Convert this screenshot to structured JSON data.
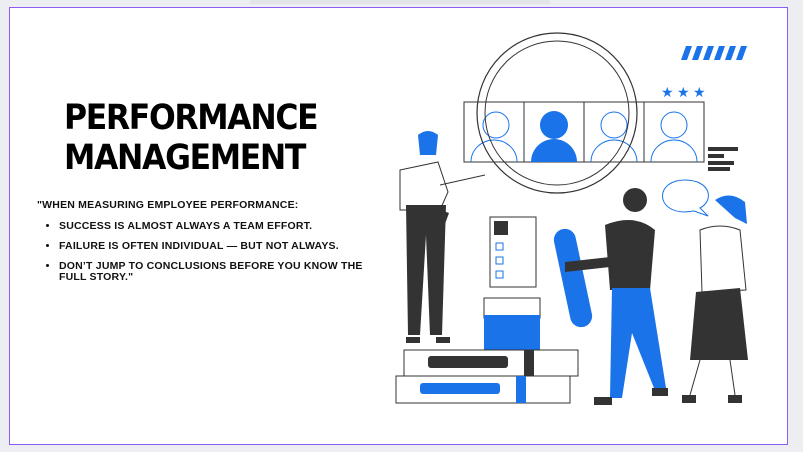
{
  "slide": {
    "title_lines": [
      "PERFORMANCE",
      "MANAGEMENT"
    ],
    "quote_intro": "\"WHEN MEASURING EMPLOYEE PERFORMANCE:",
    "bullets": [
      "SUCCESS IS ALMOST ALWAYS A TEAM EFFORT.",
      "FAILURE IS OFTEN INDIVIDUAL — BUT NOT ALWAYS.",
      "DON’T JUMP TO CONCLUSIONS BEFORE YOU KNOW THE FULL STORY.\""
    ]
  },
  "colors": {
    "accent": "#1a73e8",
    "dark": "#333333",
    "border": "#8b5cf6"
  },
  "illustration": {
    "icon": "performance-review-illustration",
    "stars": 3
  }
}
